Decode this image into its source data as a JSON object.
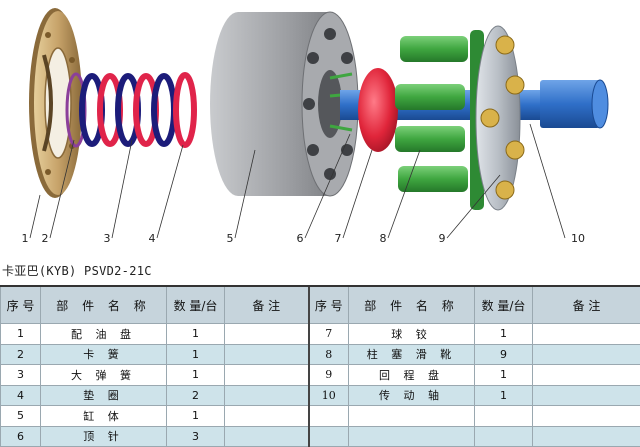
{
  "diagram": {
    "callouts": [
      "1",
      "2",
      "3",
      "4",
      "5",
      "6",
      "7",
      "8",
      "9",
      "10"
    ]
  },
  "model_title": "卡亚巴(KYB) PSVD2-21C",
  "table": {
    "headers": [
      "序 号",
      "部 件 名 称",
      "数 量/台",
      "备 注",
      "序 号",
      "部 件 名 称",
      "数 量/台",
      "备 注"
    ],
    "rows": [
      [
        "1",
        "配 油 盘",
        "1",
        "",
        "7",
        "球  铰",
        "1",
        ""
      ],
      [
        "2",
        "卡  簧",
        "1",
        "",
        "8",
        "柱 塞 滑 靴",
        "9",
        ""
      ],
      [
        "3",
        "大 弹 簧",
        "1",
        "",
        "9",
        "回 程 盘",
        "1",
        ""
      ],
      [
        "4",
        "垫  圈",
        "2",
        "",
        "10",
        "传 动 轴",
        "1",
        ""
      ],
      [
        "5",
        "缸  体",
        "1",
        "",
        "",
        "",
        "",
        ""
      ],
      [
        "6",
        "顶  针",
        "3",
        "",
        "",
        "",
        "",
        ""
      ]
    ]
  },
  "colors": {
    "valve_plate": "#c7a36a",
    "snap_ring": "#8b3f9a",
    "spring_dark": "#1c1c7a",
    "spring_red": "#e0244a",
    "cylinder_block": "#9a9ca0",
    "ball_guide": "#e0253a",
    "piston": "#3fa640",
    "retainer": "#b9bfc6",
    "shaft": "#2f6fc8",
    "header_bg": "#c6d4dc",
    "stripe_bg": "#cee3ea"
  }
}
